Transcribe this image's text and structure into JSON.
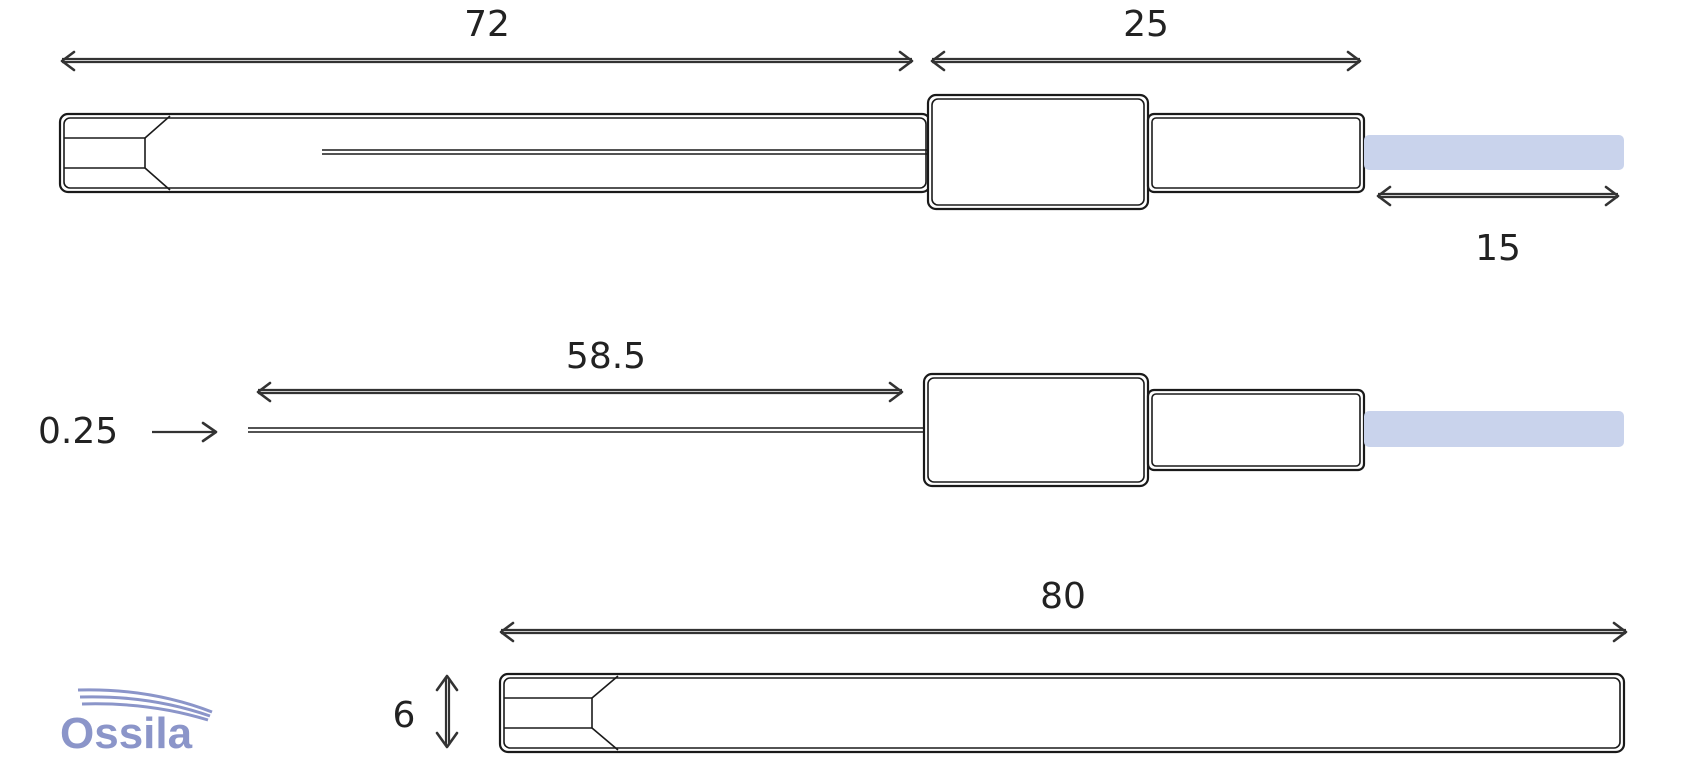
{
  "dimensions": {
    "top_left_length": "72",
    "top_right_length": "25",
    "top_tip_length": "15",
    "middle_needle_length": "58.5",
    "middle_needle_diameter": "0.25",
    "bottom_total_length": "80",
    "bottom_width": "6"
  },
  "logo": {
    "text": "Ossila"
  },
  "colors": {
    "tip_blue": "#c9d3ec",
    "logo": "#8b95c9",
    "line": "#1a1a1a"
  }
}
